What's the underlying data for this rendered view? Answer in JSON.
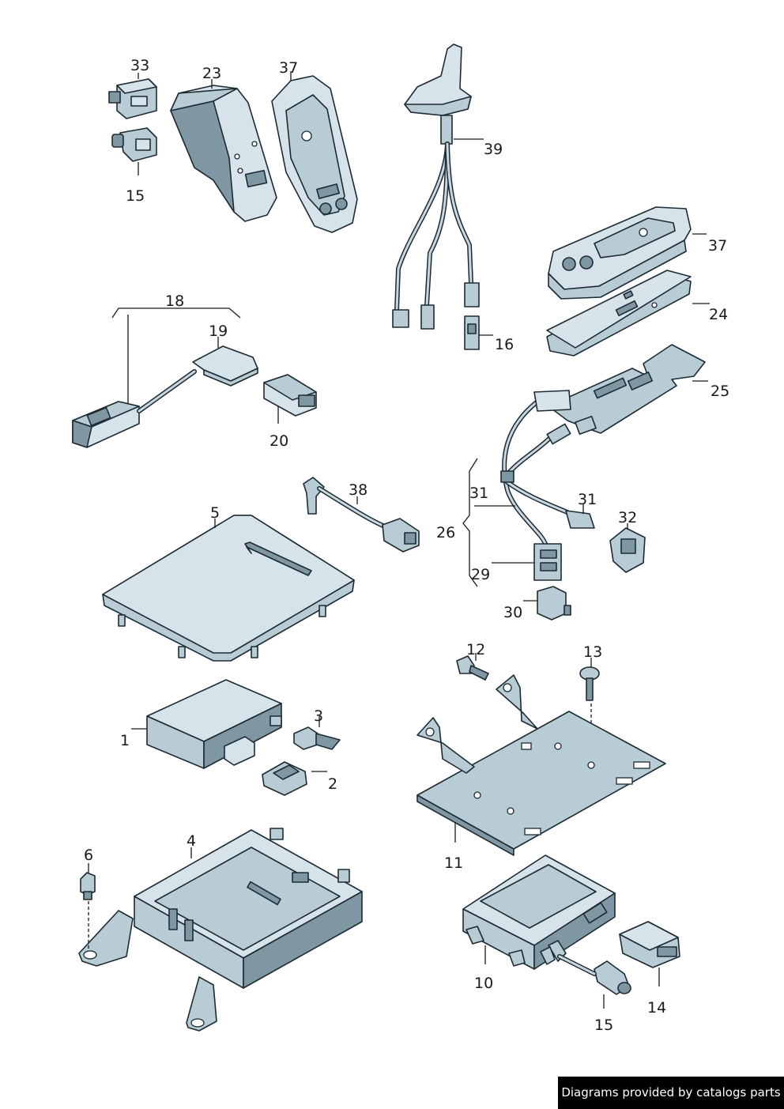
{
  "labels": {
    "p33": "33",
    "p23": "23",
    "p37a": "37",
    "p15a": "15",
    "p39": "39",
    "p37b": "37",
    "p24": "24",
    "p16": "16",
    "p18": "18",
    "p19": "19",
    "p20": "20",
    "p25": "25",
    "p38": "38",
    "p5": "5",
    "p31a": "31",
    "p31b": "31",
    "p32": "32",
    "p26": "26",
    "p29": "29",
    "p30": "30",
    "p12": "12",
    "p13": "13",
    "p3": "3",
    "p1": "1",
    "p2": "2",
    "p11": "11",
    "p4": "4",
    "p6": "6",
    "p10": "10",
    "p14": "14",
    "p15b": "15"
  },
  "footer": {
    "text": "Diagrams provided by catalogs parts"
  },
  "colors": {
    "part_fill": "#b8ccd6",
    "outline": "#1c2b33",
    "footer_bg": "#000000"
  }
}
